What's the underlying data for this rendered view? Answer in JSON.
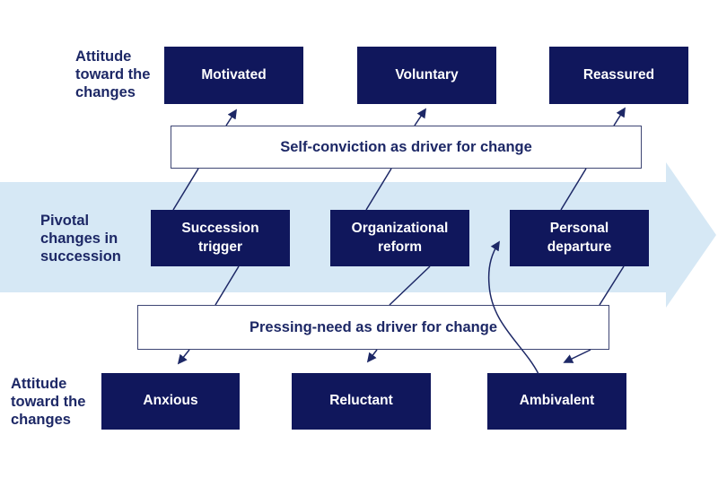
{
  "diagram": {
    "side_labels": {
      "attitude_top": "Attitude\ntoward the\nchanges",
      "pivotal": "Pivotal\nchanges in\nsuccession",
      "attitude_bottom": "Attitude\ntoward the\nchanges"
    },
    "top_attitudes": [
      {
        "label": "Motivated"
      },
      {
        "label": "Voluntary"
      },
      {
        "label": "Reassured"
      }
    ],
    "drivers": {
      "self_conviction": "Self-conviction as driver for change",
      "pressing_need": "Pressing-need as driver for change"
    },
    "pivotal_changes": [
      {
        "label": "Succession\ntrigger"
      },
      {
        "label": "Organizational\nreform"
      },
      {
        "label": "Personal\ndeparture"
      }
    ],
    "bottom_attitudes": [
      {
        "label": "Anxious"
      },
      {
        "label": "Reluctant"
      },
      {
        "label": "Ambivalent"
      }
    ],
    "colors": {
      "box_navy": "#10175c",
      "band_blue": "#d6e8f5",
      "line_navy": "#1d2866",
      "driver_border": "#3e4674",
      "text_white": "#ffffff"
    }
  }
}
